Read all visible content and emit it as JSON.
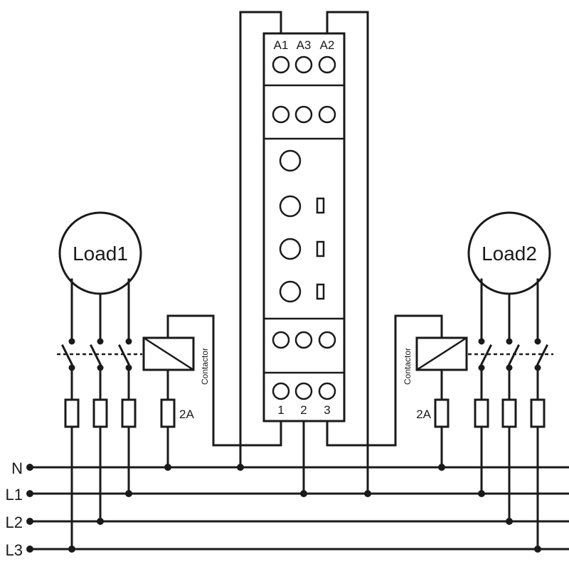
{
  "loads": {
    "load1": "Load1",
    "load2": "Load2"
  },
  "contactors": {
    "left": "Contactor",
    "right": "Contactor"
  },
  "fuses": {
    "left_rating": "2A",
    "right_rating": "2A"
  },
  "relay": {
    "top_terminals": [
      "A1",
      "A3",
      "A2"
    ],
    "bottom_terminals": [
      "1",
      "2",
      "3"
    ]
  },
  "bus_lines": [
    "N",
    "L1",
    "L2",
    "L3"
  ],
  "colors": {
    "line": "#1a1a1a",
    "background": "#ffffff"
  }
}
